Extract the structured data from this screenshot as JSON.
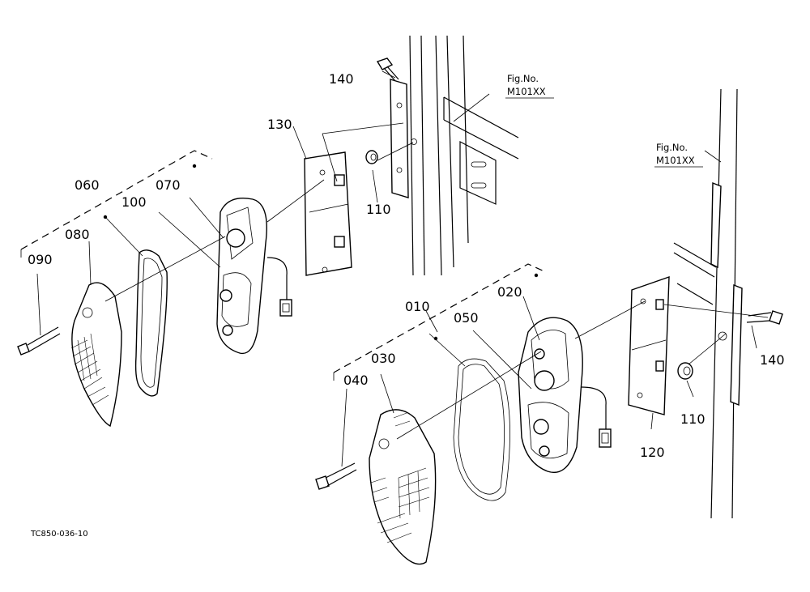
{
  "diagram": {
    "callouts": {
      "c010": "010",
      "c020": "020",
      "c030": "030",
      "c040": "040",
      "c050": "050",
      "c060": "060",
      "c070": "070",
      "c080": "080",
      "c090": "090",
      "c100": "100",
      "c110a": "110",
      "c110b": "110",
      "c120": "120",
      "c130": "130",
      "c140a": "140",
      "c140b": "140"
    },
    "fig_refs": {
      "left": {
        "title": "Fig.No.",
        "number": "M101XX"
      },
      "right": {
        "title": "Fig.No.",
        "number": "M101XX"
      }
    },
    "drawing_code": "TC850-036-10"
  }
}
